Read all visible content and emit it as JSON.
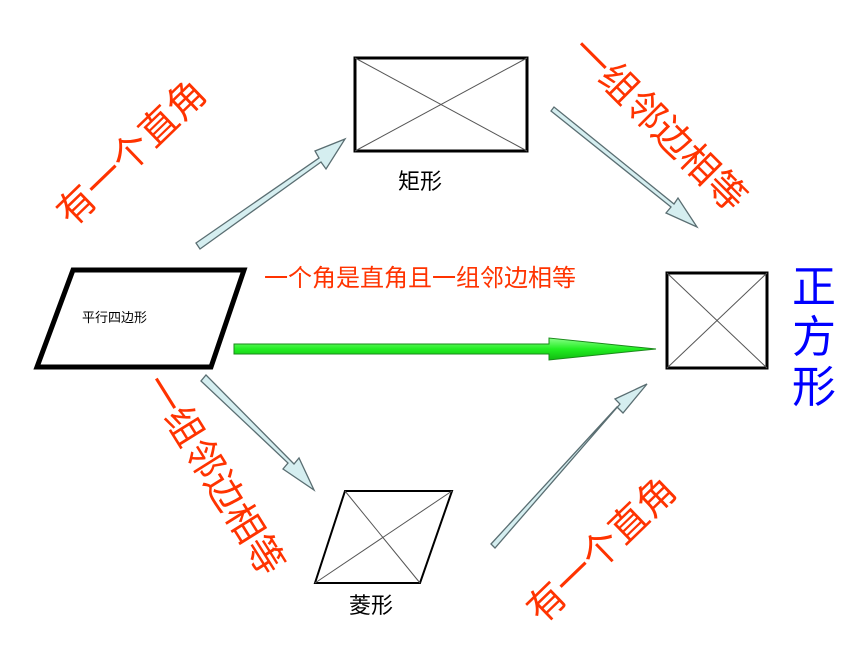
{
  "labels": {
    "top_left": "有一个直角",
    "top_right": "一组邻边相等",
    "rectangle": "矩形",
    "center": "一个角是直角且一组邻边相等",
    "parallelogram": "平行四边形",
    "square": "正方形",
    "bottom_left": "一组邻边相等",
    "rhombus": "菱形",
    "bottom_right": "有一个直角"
  },
  "colors": {
    "condition_text": "#ff3300",
    "square_text": "#0000ff",
    "side_arrows": "#d5eef0",
    "center_arrow": "#33ee33"
  }
}
